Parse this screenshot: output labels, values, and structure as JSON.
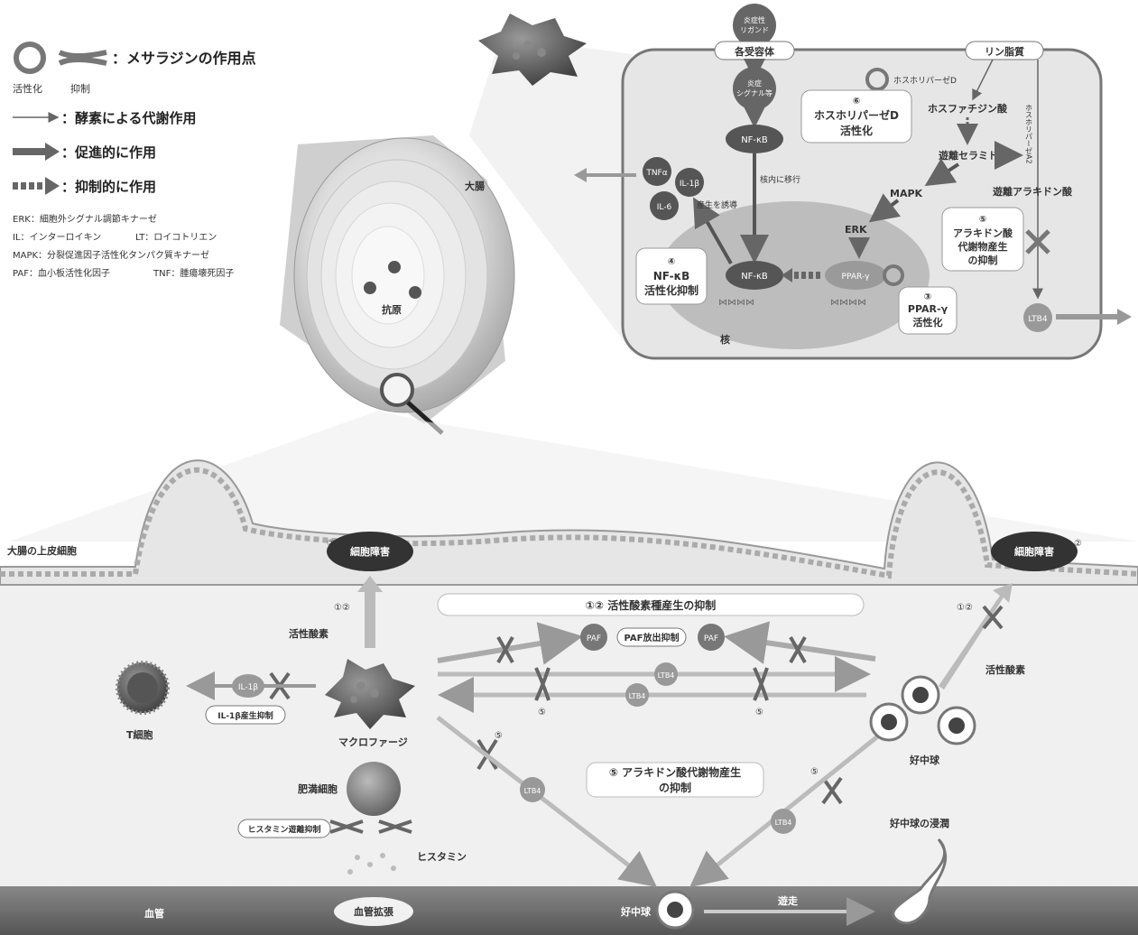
{
  "legend": {
    "action_point": "：メサラジンの作用点",
    "activation": "活性化",
    "inhibition": "抑制",
    "enzyme": "：酵素による代謝作用",
    "promote": "：促進的に作用",
    "suppress": "：抑制的に作用"
  },
  "abbreviations": {
    "erk": "ERK：細胞外シグナル調節キナーゼ",
    "il": "IL：インターロイキン",
    "lt": "LT：ロイコトリエン",
    "mapk": "MAPK：分裂促進因子活性化タンパク質キナーゼ",
    "paf": "PAF：血小板活性化因子",
    "tnf": "TNF：腫瘍壊死因子"
  },
  "colon": {
    "large_intestine": "大腸",
    "antigen": "抗原"
  },
  "cell_detail": {
    "ligand": "炎症性リガンド",
    "ligand_l1": "炎症性",
    "ligand_l2": "リガンド",
    "receptors": "各受容体",
    "phospholipid": "リン脂質",
    "signal_l1": "炎症",
    "signal_l2": "シグナル等",
    "nfkb_top": "NF-κB",
    "to_nucleus": "核内に移行",
    "induce": "産生を誘導",
    "tnfa": "TNFα",
    "il1b": "IL-1β",
    "il6": "IL-6",
    "pldd": "ホスホリパーゼD",
    "pldd_box_num": "⑥",
    "pldd_box_l1": "ホスホリパーゼD",
    "pldd_box_l2": "活性化",
    "phosphatidic": "ホスファチジン酸",
    "pla2_vertical": "ホスホリパーゼA2",
    "ceramide": "遊離セラミド",
    "mapk": "MAPK",
    "arachidonic": "遊離アラキドン酸",
    "erk": "ERK",
    "aa_box_num": "⑤",
    "aa_box_l1": "アラキドン酸",
    "aa_box_l2": "代謝物産生",
    "aa_box_l3": "の抑制",
    "nfkb_box_num": "④",
    "nfkb_box_l1": "NF-κB",
    "nfkb_box_l2": "活性化抑制",
    "nfkb_nucleus": "NF-κB",
    "ppar": "PPAR-γ",
    "ppar_box_num": "③",
    "ppar_box_l1": "PPAR-γ",
    "ppar_box_l2": "活性化",
    "ltb4": "LTB4",
    "nucleus": "核"
  },
  "tissue": {
    "epithelium": "大腸の上皮細胞",
    "cell_damage_left": "細胞障害",
    "cell_damage_right": "細胞障害",
    "num2_left": "②",
    "num2_right": "②",
    "num12_a": "①②",
    "num12_b": "①②",
    "ros_banner": "①② 活性酸素種産生の抑制",
    "ros_left": "活性酸素",
    "ros_right": "活性酸素",
    "paf_left": "PAF",
    "paf_right": "PAF",
    "paf_release": "PAF放出抑制",
    "ltb4_a": "LTB4",
    "ltb4_b": "LTB4",
    "ltb4_c": "LTB4",
    "ltb4_d": "LTB4",
    "num5_a": "⑤",
    "num5_b": "⑤",
    "num5_c": "⑤",
    "num5_d": "⑤",
    "il1b": "IL-1β",
    "il1b_label": "IL-1β産生抑制",
    "tcell": "T細胞",
    "macrophage": "マクロファージ",
    "mast": "肥満細胞",
    "histamine_release": "ヒスタミン遊離抑制",
    "histamine": "ヒスタミン",
    "aa_banner_l1": "⑤ アラキドン酸代謝物産生",
    "aa_banner_l2": "の抑制",
    "neutrophil_right": "好中球",
    "infiltration": "好中球の浸潤",
    "vessel": "血管",
    "vasodilation": "血管拡張",
    "neutrophil_bottom": "好中球",
    "migration": "遊走"
  }
}
